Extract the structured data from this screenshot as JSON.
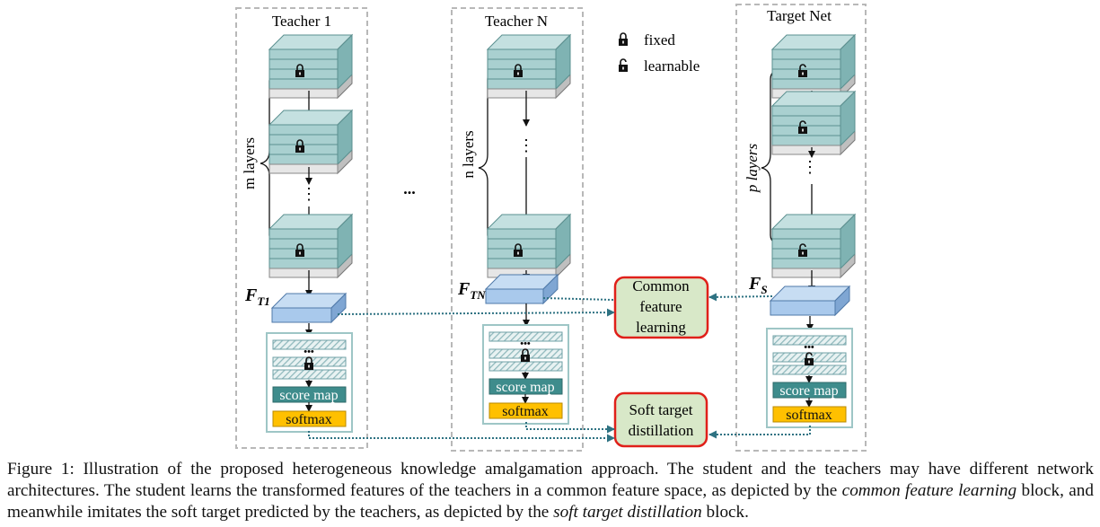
{
  "figure": {
    "columns": {
      "teacher1": {
        "title": "Teacher 1",
        "layers_label": "m layers",
        "feature_label": "F",
        "feature_sub": "T1"
      },
      "teacherN": {
        "title": "Teacher N",
        "layers_label": "n layers",
        "feature_label": "F",
        "feature_sub": "TN"
      },
      "target": {
        "title": "Target Net",
        "layers_label": "p layers",
        "feature_label": "F",
        "feature_sub": "S"
      }
    },
    "between_ellipsis": "...",
    "vertical_ellipsis": "⋮",
    "head_ellipsis": "•••",
    "score_map": "score map",
    "softmax": "softmax",
    "legend": {
      "fixed": "fixed",
      "learnable": "learnable"
    },
    "blocks": {
      "common": [
        "Common",
        "feature",
        "learning"
      ],
      "soft": [
        "Soft target",
        "distillation"
      ]
    },
    "colors": {
      "layer_face": "#a9d0d0",
      "layer_top": "#c4e0e0",
      "layer_side": "#7fb3b3",
      "feature_face": "#a9c9ec",
      "score_map": "#3e8c8c",
      "softmax": "#ffc000",
      "block_fill": "#d8e8c8",
      "block_border": "#e0201a",
      "dashed_arrow": "#2e7282"
    }
  },
  "caption": {
    "p1": "Figure 1: Illustration of the proposed heterogeneous knowledge amalgamation approach. The student and the teachers may have different network architectures. The student learns the transformed features of the teachers in a common feature space, as depicted by the ",
    "em1": "common feature learning",
    "p2": " block, and meanwhile imitates the soft target predicted by the teachers, as depicted by the ",
    "em2": "soft target distillation",
    "p3": " block."
  }
}
